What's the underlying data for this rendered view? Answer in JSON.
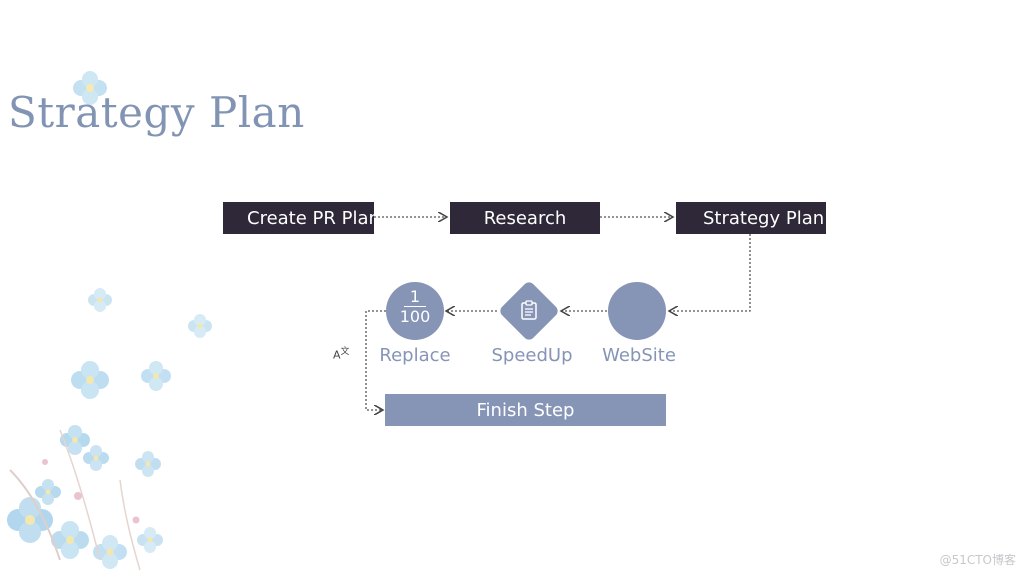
{
  "slide": {
    "title": "Strategy Plan",
    "watermark": "@51CTO博客"
  },
  "steps": {
    "create_pr_plan": "Create PR Plan",
    "research": "Research",
    "strategy_plan": "Strategy Plan"
  },
  "nodes": {
    "replace": {
      "label": "Replace",
      "numerator": "1",
      "denominator": "100",
      "icon": "fraction-icon"
    },
    "speedup": {
      "label": "SpeedUp",
      "icon": "clipboard-icon"
    },
    "website": {
      "label": "WebSite"
    }
  },
  "finish": {
    "label": "Finish Step"
  },
  "colors": {
    "dark_box": "#2f2838",
    "accent": "#8694b6",
    "title": "#8294b3"
  }
}
